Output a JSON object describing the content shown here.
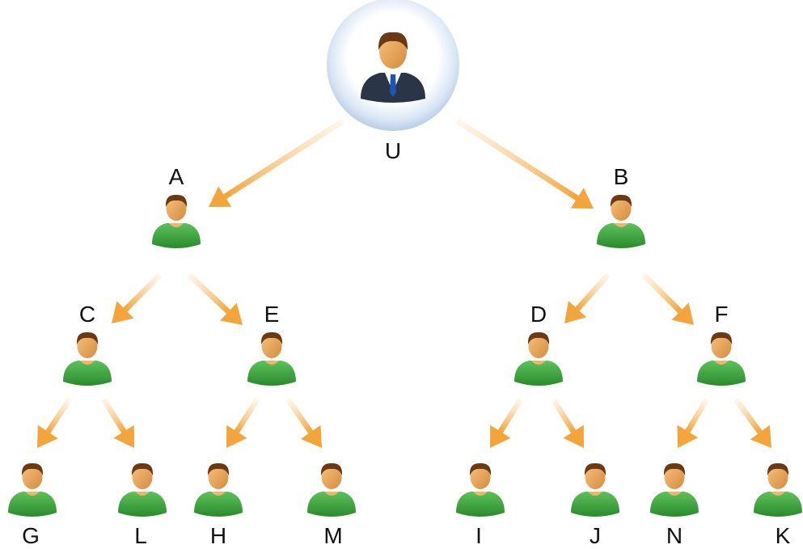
{
  "diagram": {
    "root": {
      "label": "U"
    },
    "level1": [
      {
        "label": "A"
      },
      {
        "label": "B"
      }
    ],
    "level2": [
      {
        "label": "C"
      },
      {
        "label": "E"
      },
      {
        "label": "D"
      },
      {
        "label": "F"
      }
    ],
    "level3": [
      {
        "label": "G"
      },
      {
        "label": "L"
      },
      {
        "label": "H"
      },
      {
        "label": "M"
      },
      {
        "label": "I"
      },
      {
        "label": "J"
      },
      {
        "label": "N"
      },
      {
        "label": "K"
      }
    ],
    "icons": {
      "root": "businessman-icon",
      "member": "person-icon"
    },
    "colors": {
      "arrow": "#f3a43a",
      "shirt": "#3a9a3a",
      "skin": "#e3a15c",
      "hair": "#6b3a14",
      "suit": "#2a3548",
      "tie": "#1c56b4",
      "halo": "#cfe0f2"
    }
  }
}
